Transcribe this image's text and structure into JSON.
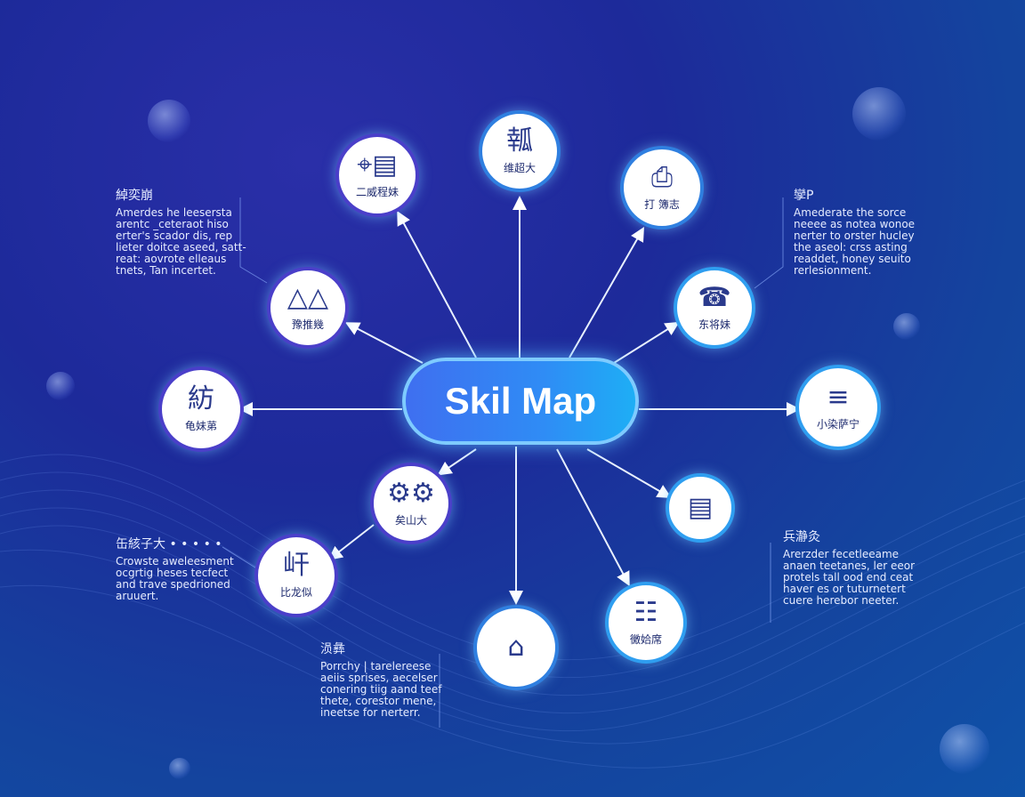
{
  "title": "Skil Map",
  "nodes": [
    {
      "id": "n1",
      "icon_glyph": "⌖▤",
      "icon_name": "location-screen-icon",
      "label": "二威程妹",
      "ring": "#4a3fc9"
    },
    {
      "id": "n2",
      "icon_glyph": "瓡",
      "icon_name": "glyph-icon",
      "label": "维超大",
      "ring": "#2f7fe0"
    },
    {
      "id": "n3",
      "icon_glyph": "⎙",
      "icon_name": "document-pin-icon",
      "label": "打 簿志",
      "ring": "#2f7fe0"
    },
    {
      "id": "n4",
      "icon_glyph": "△△",
      "icon_name": "mountain-icon",
      "label": "豫推幾",
      "ring": "#4a3fc9"
    },
    {
      "id": "n5",
      "icon_glyph": "☎",
      "icon_name": "phone-icon",
      "label": "东将妹",
      "ring": "#2f9ef0"
    },
    {
      "id": "n6",
      "icon_glyph": "紡",
      "icon_name": "character-icon",
      "label": "龟妹苐",
      "ring": "#4a3fc9"
    },
    {
      "id": "n7",
      "icon_glyph": "≡",
      "icon_name": "lines-icon",
      "label": "小染萨宁",
      "ring": "#2f9ef0"
    },
    {
      "id": "n8",
      "icon_glyph": "⚙⚙",
      "icon_name": "gears-icon",
      "label": "矣山大",
      "ring": "#4a3fc9"
    },
    {
      "id": "n9",
      "icon_glyph": "▤",
      "icon_name": "document-icon",
      "label": "",
      "ring": "#2f9ef0"
    },
    {
      "id": "n10",
      "icon_glyph": "屽",
      "icon_name": "glyph-icon",
      "label": "比龙似",
      "ring": "#4a3fc9"
    },
    {
      "id": "n11",
      "icon_glyph": "⌂",
      "icon_name": "factory-icon",
      "label": "",
      "ring": "#2f7fe0"
    },
    {
      "id": "n12",
      "icon_glyph": "☷",
      "icon_name": "grid-icon",
      "label": "黴姶席",
      "ring": "#2f9ef0"
    }
  ],
  "notes": [
    {
      "id": "t1",
      "title": "綽奕崩",
      "lines": [
        "Amerdes he leesersta",
        "arentc _ceteraot hiso",
        "erter's scador dis, rep",
        "lieter doitce aseed, satt-",
        "reat: aovrote elleaus",
        "tnets, Tan incertet."
      ]
    },
    {
      "id": "t2",
      "title": "孿P",
      "lines": [
        "Amederate the sorce",
        "neeee as notea wonoe",
        "nerter to orster hucley",
        "the aseol: crss asting",
        "readdet, honey seuito",
        "rerlesionment."
      ]
    },
    {
      "id": "t3",
      "title": "缶絯子⼤ • • • • •",
      "lines": [
        "Crowste aweleesment",
        "ocgrtig heses tecfect",
        "and trave spedrioned",
        "aruuert."
      ]
    },
    {
      "id": "t4",
      "title": "兵瀞灸",
      "lines": [
        "Arerzder fecetleeame",
        "anaen teetanes, ler eeor",
        "protels tall ood end ceat",
        "haver es or tuturnetert",
        "cuere herebor neeter."
      ]
    },
    {
      "id": "t5",
      "title": "涢彝",
      "lines": [
        "Porrchy | tarelereese",
        "aeiis sprises, aecelser",
        "conering tiig aand teef",
        "thete, corestor mene,",
        "ineetse for nerterr."
      ]
    }
  ]
}
